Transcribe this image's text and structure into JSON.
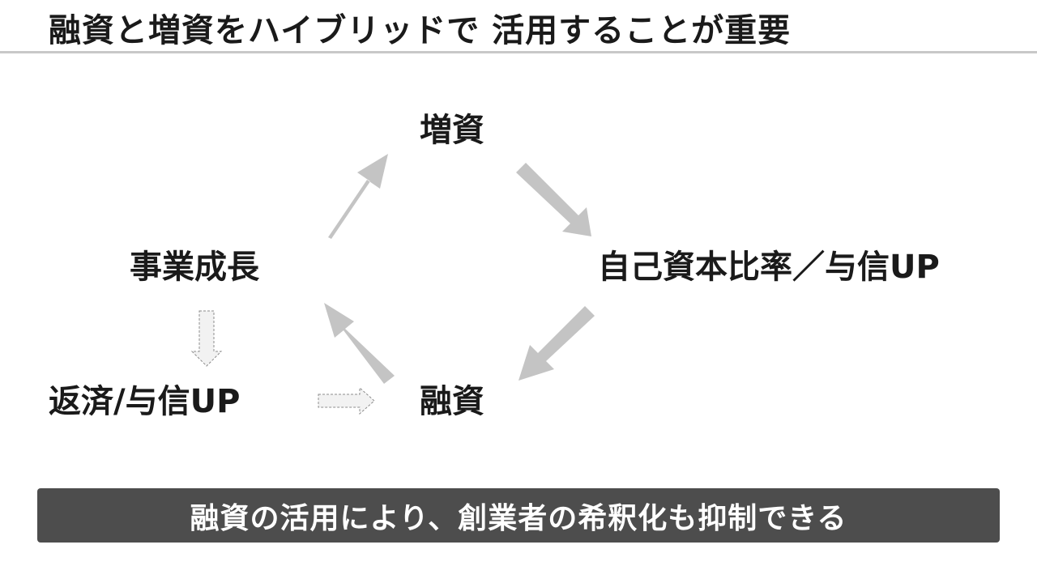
{
  "slide": {
    "title": "融資と増資をハイブリッドで 活用することが重要"
  },
  "diagram": {
    "nodes": {
      "zoushi": "増資",
      "jikoshihon": "自己資本比率／与信UP",
      "jigyou": "事業成長",
      "yuushi": "融資",
      "hensai": "返済/与信UP"
    },
    "arrow_color": "#c4c4c4",
    "dashed_arrow_fill": "#f2f2f2",
    "dashed_arrow_stroke": "#8c8c8c"
  },
  "banner": {
    "text": "融資の活用により、創業者の希釈化も抑制できる",
    "background": "#4d4d4d",
    "text_color": "#ffffff"
  }
}
